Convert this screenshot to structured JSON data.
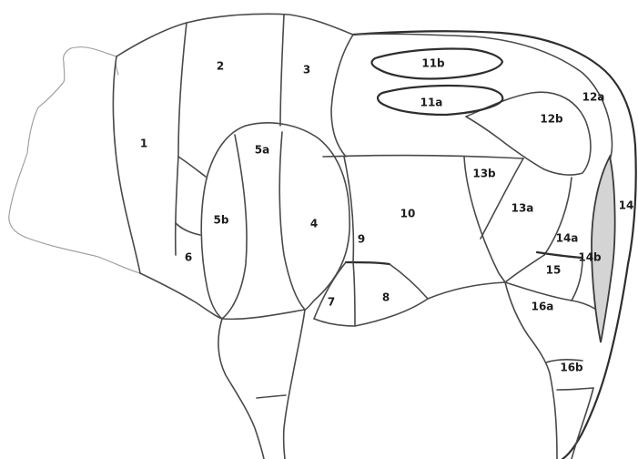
{
  "diagram": {
    "labels": [
      "1",
      "2",
      "3",
      "4",
      "5a",
      "5b",
      "6",
      "7",
      "8",
      "9",
      "10",
      "11a",
      "11b",
      "12a",
      "12b",
      "13a",
      "13b",
      "14",
      "14a",
      "14b",
      "15",
      "16a",
      "16b"
    ]
  },
  "colors": {
    "outline": "#4a4a4a",
    "thick_outline": "#2e2e2e",
    "sliver_fill": "#d4d4d4",
    "paper": "#ffffff"
  }
}
